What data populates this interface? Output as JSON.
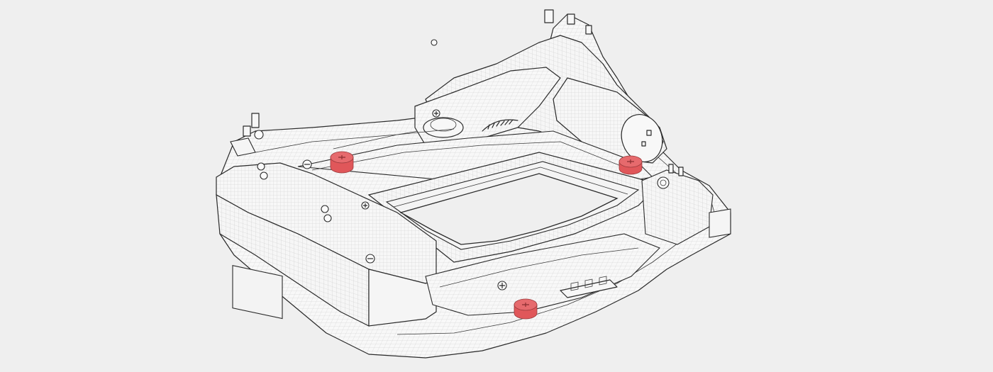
{
  "figure": {
    "subject": "shutter-mechanism-wireframe",
    "background_color": "#efefef",
    "line_color": "#2a2a2a",
    "highlight_color": "#e0575a"
  },
  "highlighted_screws": [
    {
      "id": "screw-left",
      "color": "#e0575a"
    },
    {
      "id": "screw-right",
      "color": "#e0575a"
    },
    {
      "id": "screw-bottom",
      "color": "#e0575a"
    }
  ]
}
